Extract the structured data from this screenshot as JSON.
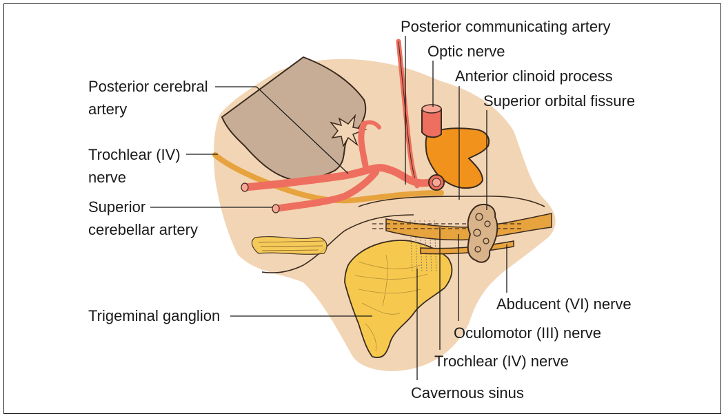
{
  "labels": {
    "posterior_communicating_artery": "Posterior communicating artery",
    "optic_nerve": "Optic nerve",
    "anterior_clinoid_process": "Anterior clinoid process",
    "superior_orbital_fissure": "Superior orbital fissure",
    "posterior_cerebral_artery_1": "Posterior cerebral",
    "posterior_cerebral_artery_2": "artery",
    "trochlear_nerve_left_1": "Trochlear (IV)",
    "trochlear_nerve_left_2": "nerve",
    "superior_cerebellar_artery_1": "Superior",
    "superior_cerebellar_artery_2": "cerebellar artery",
    "trigeminal_ganglion": "Trigeminal ganglion",
    "abducent_nerve": "Abducent (VI) nerve",
    "oculomotor_nerve": "Oculomotor (III) nerve",
    "trochlear_nerve_bottom": "Trochlear (IV) nerve",
    "cavernous_sinus": "Cavernous sinus"
  },
  "colors": {
    "background_tissue": "#f2d5b5",
    "brainstem": "#c8ad96",
    "artery": "#ee6f5f",
    "nerve": "#e6a33e",
    "ganglion": "#f6c94e",
    "clinoid": "#f0921b",
    "outline": "#3a2a1e"
  }
}
